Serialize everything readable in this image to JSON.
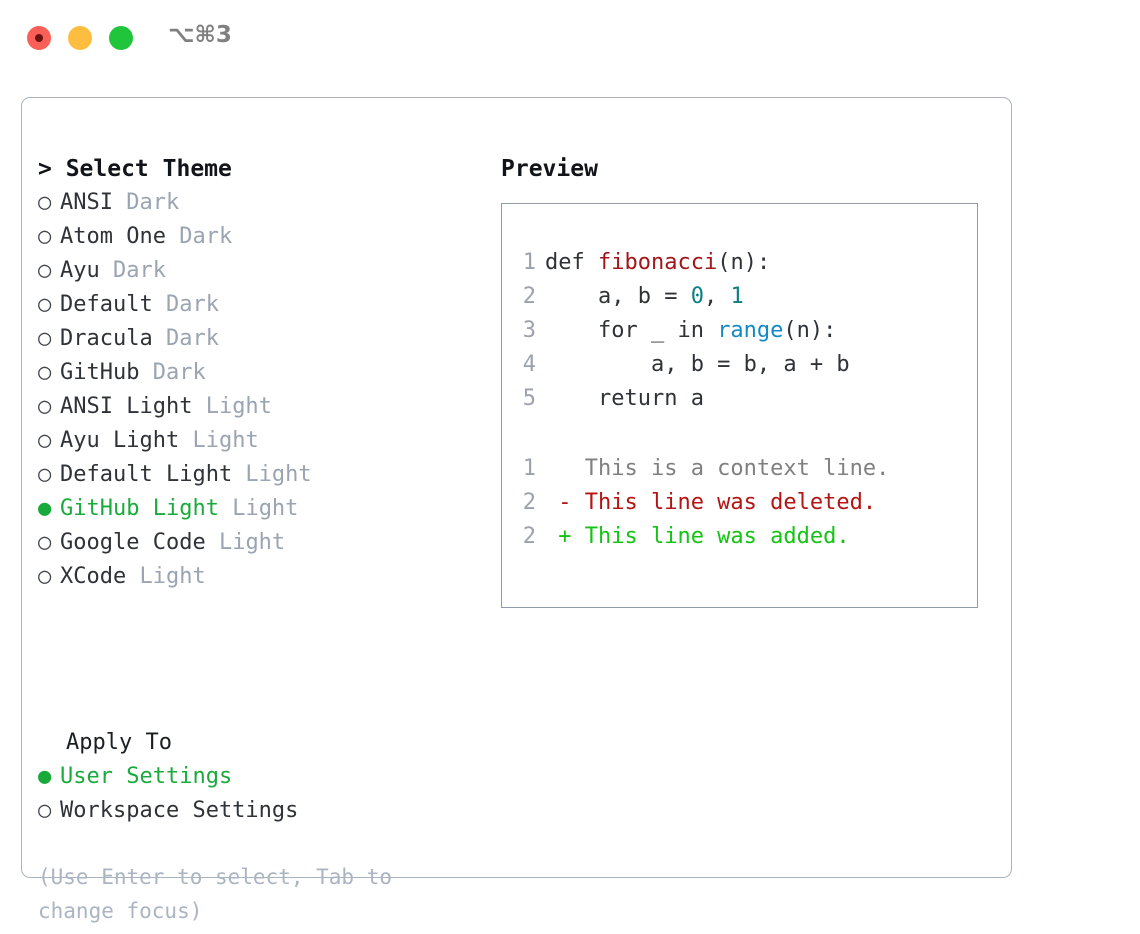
{
  "titlebar": {
    "shortcut": "⌥⌘3",
    "buttons": [
      {
        "name": "close",
        "color": "#fb6058"
      },
      {
        "name": "minimize",
        "color": "#fdbe3f"
      },
      {
        "name": "zoom",
        "color": "#21c53c"
      }
    ]
  },
  "theme_panel": {
    "title": "> Select Theme",
    "marker_unselected": "○",
    "marker_selected": "●",
    "items": [
      {
        "name": "ANSI",
        "variant": "Dark",
        "selected": false
      },
      {
        "name": "Atom One",
        "variant": "Dark",
        "selected": false
      },
      {
        "name": "Ayu",
        "variant": "Dark",
        "selected": false
      },
      {
        "name": "Default",
        "variant": "Dark",
        "selected": false
      },
      {
        "name": "Dracula",
        "variant": "Dark",
        "selected": false
      },
      {
        "name": "GitHub",
        "variant": "Dark",
        "selected": false
      },
      {
        "name": "ANSI Light",
        "variant": "Light",
        "selected": false
      },
      {
        "name": "Ayu Light",
        "variant": "Light",
        "selected": false
      },
      {
        "name": "Default Light",
        "variant": "Light",
        "selected": false
      },
      {
        "name": "GitHub Light",
        "variant": "Light",
        "selected": true
      },
      {
        "name": "Google Code",
        "variant": "Light",
        "selected": false
      },
      {
        "name": "XCode",
        "variant": "Light",
        "selected": false
      }
    ]
  },
  "apply_to": {
    "heading": "Apply To",
    "options": [
      {
        "label": "User Settings",
        "selected": true
      },
      {
        "label": "Workspace Settings",
        "selected": false
      }
    ]
  },
  "hint": "(Use Enter to select, Tab to change focus)",
  "preview": {
    "title": "Preview",
    "code_lines": [
      {
        "number": "1",
        "tokens": [
          {
            "text": "def ",
            "type": "kw"
          },
          {
            "text": "fibonacci",
            "type": "fn"
          },
          {
            "text": "(n):",
            "type": "plain"
          }
        ]
      },
      {
        "number": "2",
        "tokens": [
          {
            "text": "    a, b = ",
            "type": "plain"
          },
          {
            "text": "0",
            "type": "num"
          },
          {
            "text": ", ",
            "type": "plain"
          },
          {
            "text": "1",
            "type": "num"
          }
        ]
      },
      {
        "number": "3",
        "tokens": [
          {
            "text": "    for _ in ",
            "type": "kw"
          },
          {
            "text": "range",
            "type": "builtin"
          },
          {
            "text": "(n):",
            "type": "plain"
          }
        ]
      },
      {
        "number": "4",
        "tokens": [
          {
            "text": "        a, b = b, a + b",
            "type": "plain"
          }
        ]
      },
      {
        "number": "5",
        "tokens": [
          {
            "text": "    return a",
            "type": "kw"
          }
        ]
      }
    ],
    "diff_lines": [
      {
        "number": "1",
        "sign": " ",
        "text": "This is a context line.",
        "type": "ctx"
      },
      {
        "number": "2",
        "sign": "-",
        "text": "This line was deleted.",
        "type": "del"
      },
      {
        "number": "2",
        "sign": "+",
        "text": "This line was added.",
        "type": "add"
      }
    ]
  },
  "colors": {
    "accent_green": "#1aab3c",
    "muted": "#9aa4b2",
    "hint": "#aab4c2",
    "panel_border": "#aab4c1",
    "preview_border": "#8f9bab",
    "diff_add": "#14c414",
    "diff_del": "#b41414",
    "diff_ctx": "#808080",
    "syntax_fn": "#a2151b",
    "syntax_num": "#0b7f83",
    "syntax_builtin": "#1389c6"
  }
}
